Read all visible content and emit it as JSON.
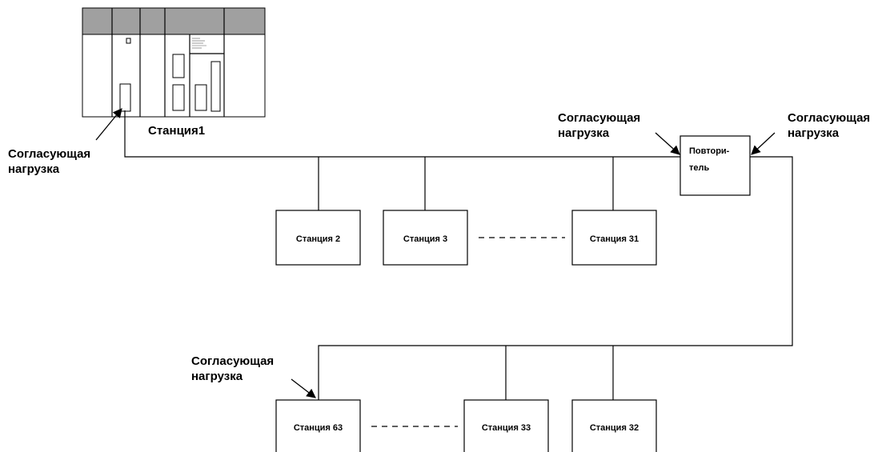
{
  "plc": {
    "label": "Станция1"
  },
  "stations": {
    "s2": "Станция 2",
    "s3": "Станция 3",
    "s31": "Станция 31",
    "s32": "Станция 32",
    "s33": "Станция 33",
    "s63": "Станция 63"
  },
  "repeater": {
    "line1": "Повтори-",
    "line2": "тель"
  },
  "terminators": {
    "plc": {
      "line1": "Согласующая",
      "line2": "нагрузка"
    },
    "repeater_left": {
      "line1": "Согласующая",
      "line2": "нагрузка"
    },
    "repeater_right": {
      "line1": "Согласующая",
      "line2": "нагрузка"
    },
    "bottom": {
      "line1": "Согласующая",
      "line2": "нагрузка"
    }
  },
  "colors": {
    "rack_header": "#a0a0a0",
    "line": "#000000",
    "background": "#ffffff"
  }
}
